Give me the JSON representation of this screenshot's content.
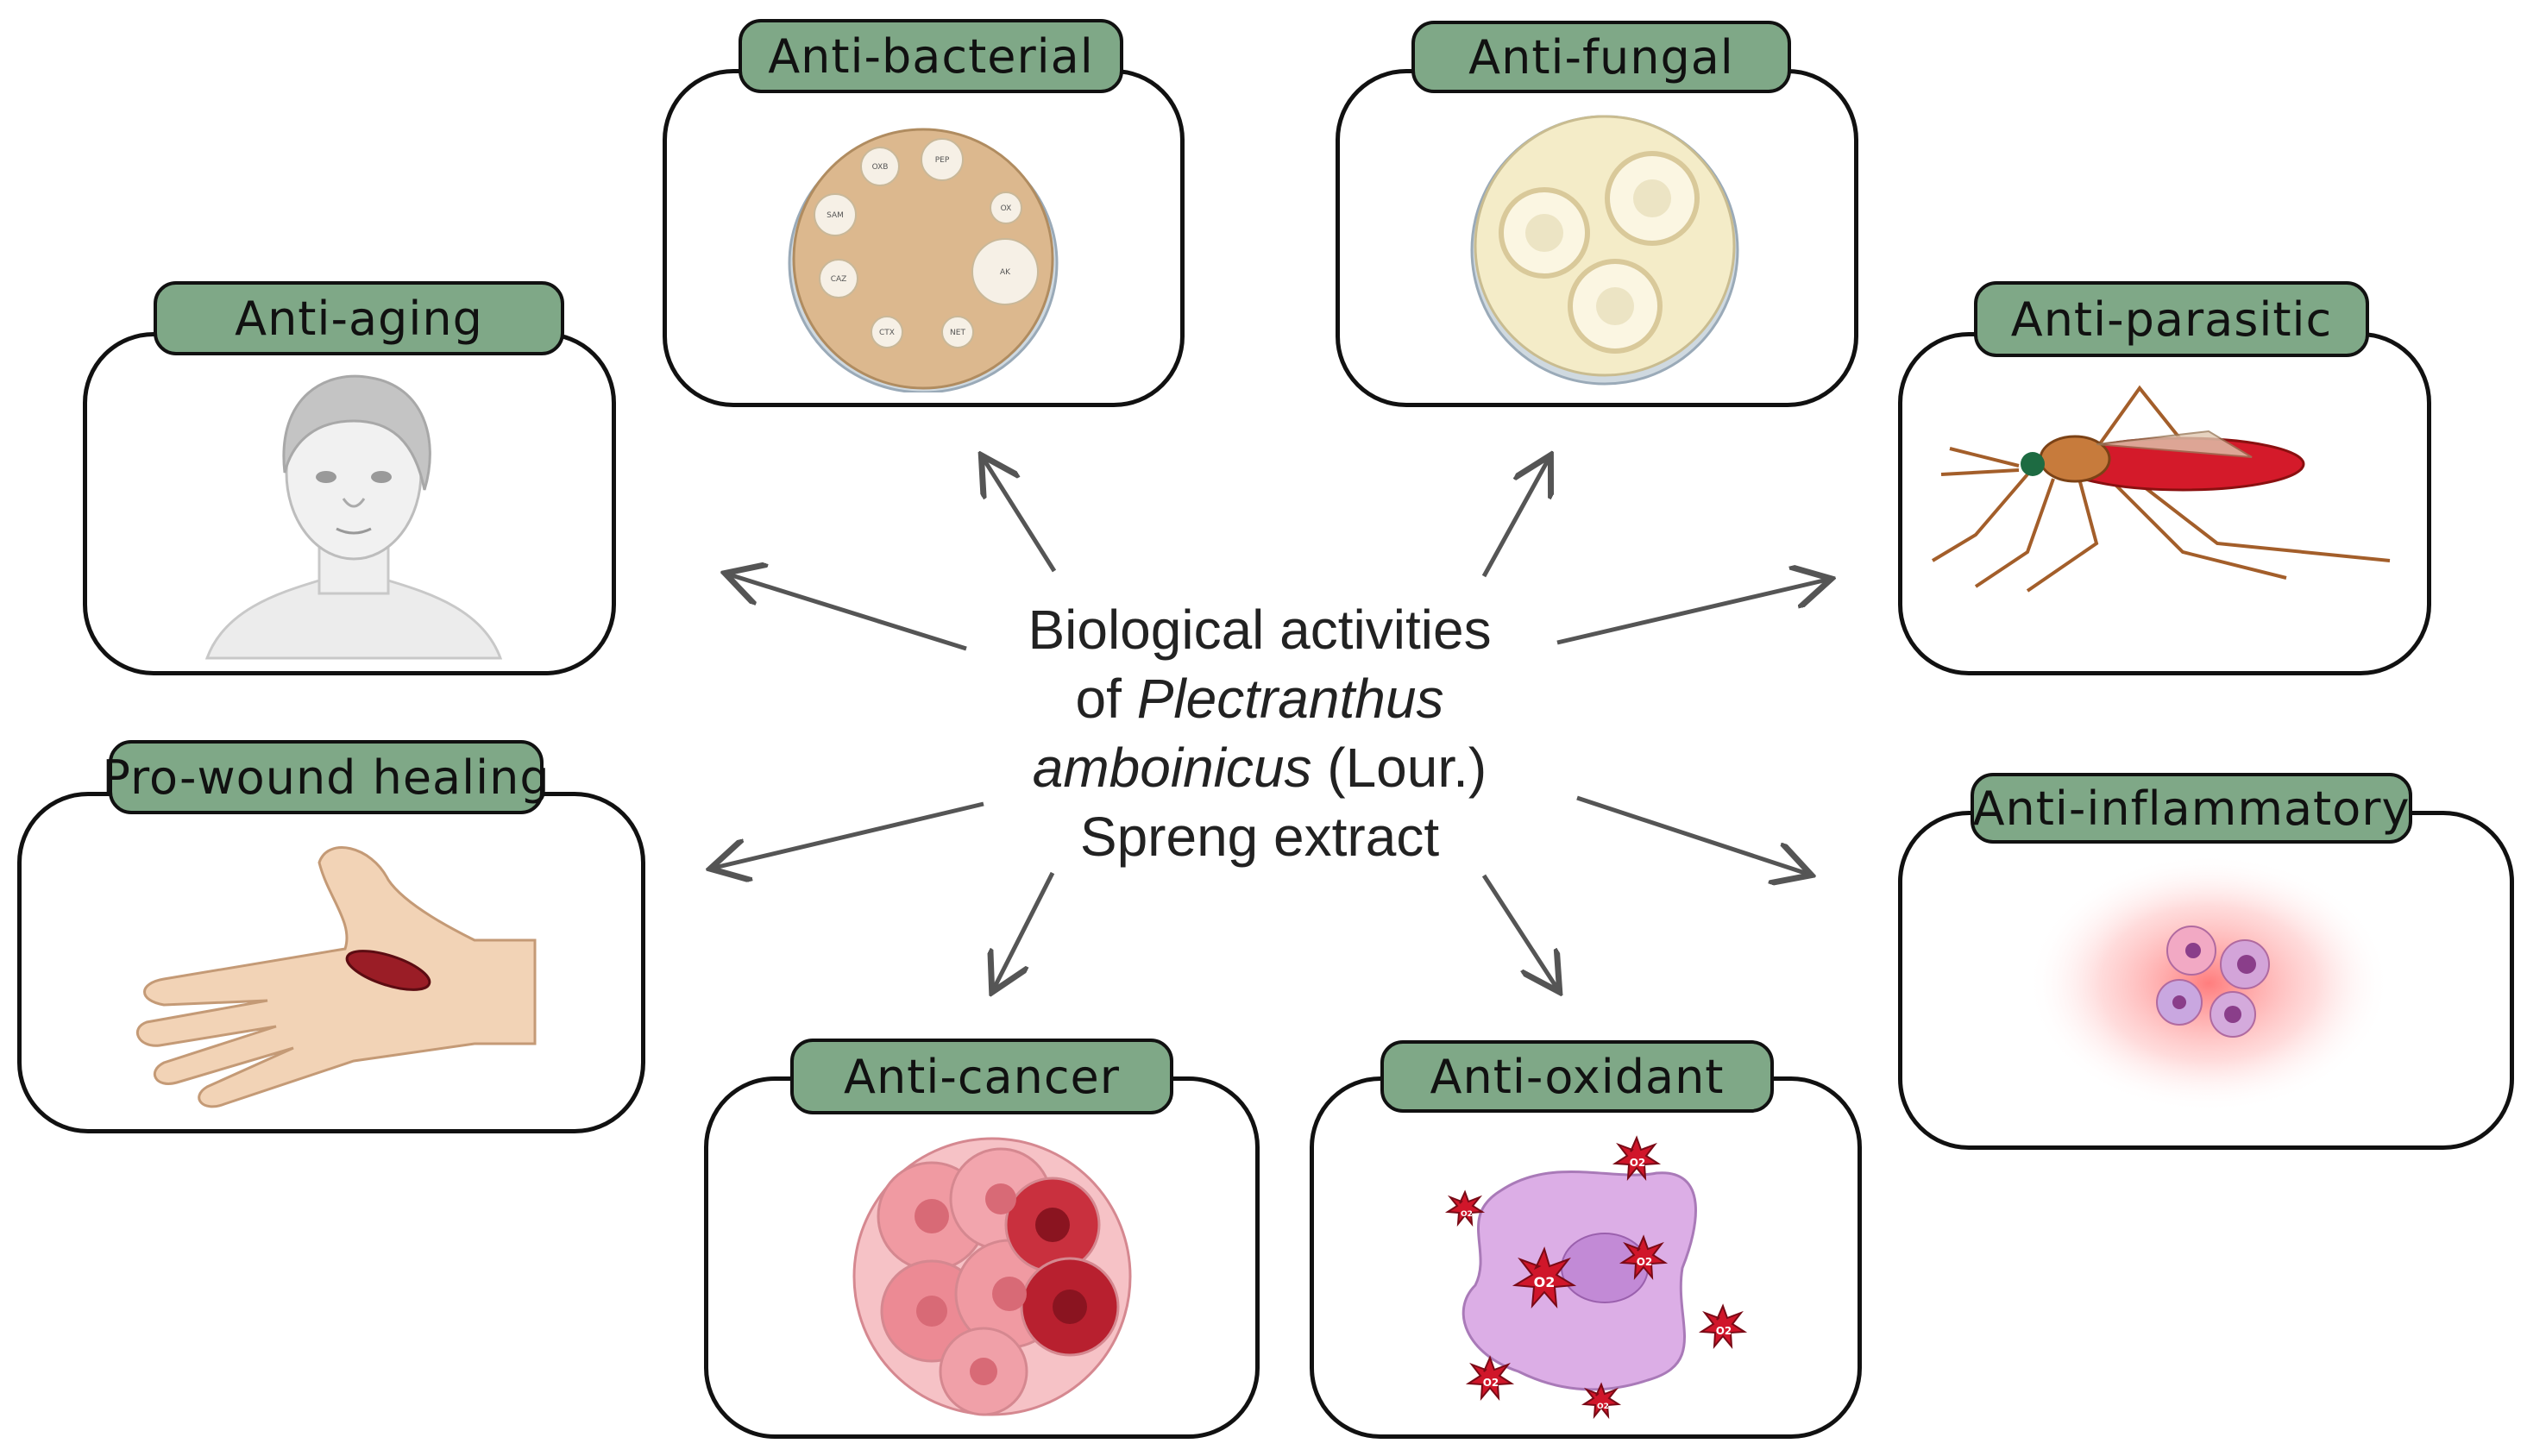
{
  "center": {
    "line1": "Biological activities",
    "line2_pre": "of ",
    "line2_italic": "Plectranthus",
    "line3_italic": "amboinicus",
    "line3_post": " (Lour.)",
    "line4": "Spreng extract"
  },
  "activities": {
    "antibacterial": "Anti-bacterial",
    "antifungal": "Anti-fungal",
    "antiaging": "Anti-aging",
    "antiparasitic": "Anti-parasitic",
    "wound": "Pro-wound healing",
    "antiinflammatory": "Anti-inflammatory",
    "anticancer": "Anti-cancer",
    "antioxidant": "Anti-oxidant"
  },
  "dish_labels": [
    "OXB",
    "PEP",
    "SAM",
    "OX",
    "CAZ",
    "AK",
    "CTX",
    "NET"
  ],
  "ros_label": "O2",
  "colors": {
    "tag_green": "#7fa887",
    "agar": "#dcb88e",
    "fungal_agar": "#f4ecc8",
    "blood_red": "#d01a2a",
    "tumor": "#e8707a",
    "cell_purple": "#d7a4e0"
  }
}
